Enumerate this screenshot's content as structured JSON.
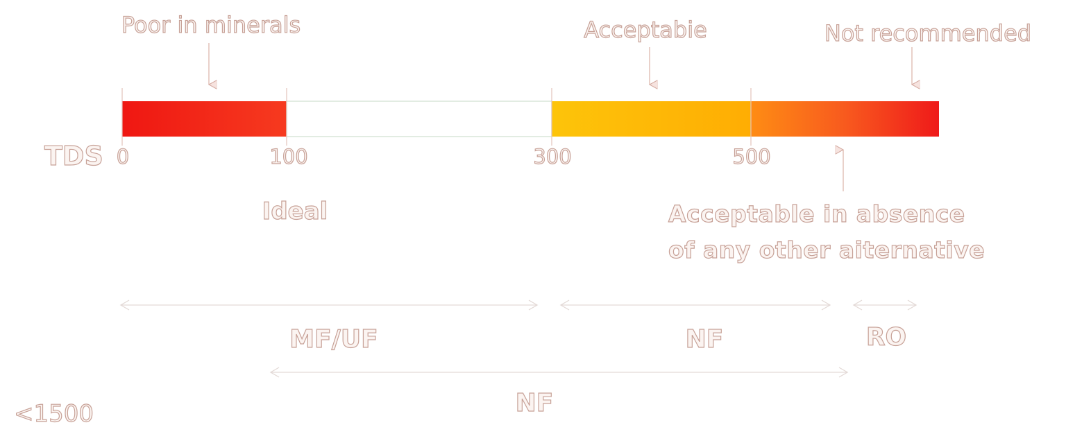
{
  "axis_label": "TDS",
  "ticks": [
    "0",
    "100",
    "300",
    "500"
  ],
  "segments": [
    {
      "from": 0,
      "to": 100,
      "colors": [
        "#ef1712",
        "#f63a1f"
      ]
    },
    {
      "from": 100,
      "to": 300,
      "colors": [
        "#ffffff",
        "#ffffff"
      ]
    },
    {
      "from": 300,
      "to": 500,
      "colors": [
        "#fdc40a",
        "#ffad03"
      ]
    },
    {
      "from": 500,
      "to": 600,
      "colors": [
        "#fe8c14",
        "#ef1a1a"
      ]
    }
  ],
  "annotations": {
    "poor": "Poor in minerals",
    "acceptable": "Acceptabie",
    "not_recommended": "Not recommended",
    "ideal": "Ideal",
    "absence_line1": "Acceptable in absence",
    "absence_line2": "of any other aiternative"
  },
  "filters": {
    "mfuf": "MF/UF",
    "nf1": "NF",
    "ro": "RO",
    "nf2": "NF"
  },
  "footnote": "<1500"
}
